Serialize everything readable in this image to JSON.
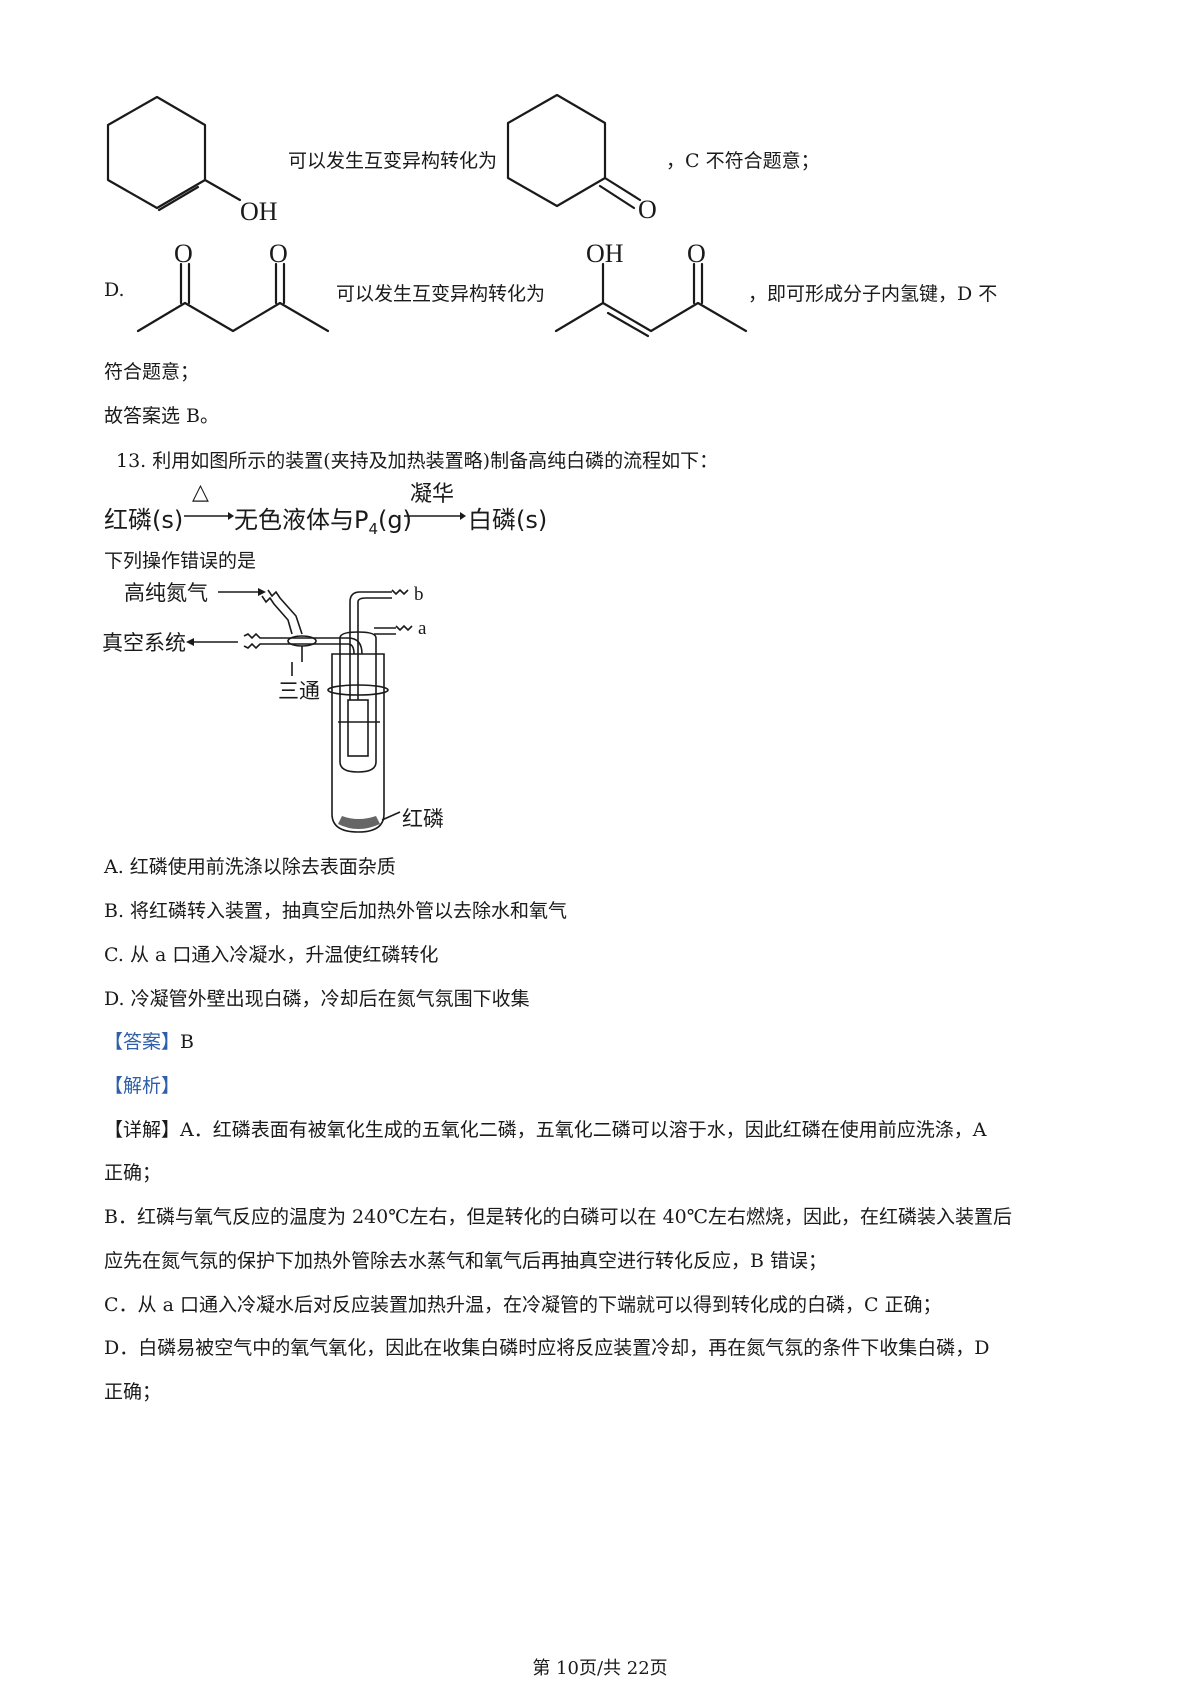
{
  "mark_c": {
    "oh_label": "OH",
    "o_label": "O",
    "text_mid": "可以发生互变异构转化为",
    "text_end": "，C 不符合题意；"
  },
  "mark_d": {
    "label": "D.",
    "o1": "O",
    "o2": "O",
    "text_mid": "可以发生互变异构转化为",
    "oh": "OH",
    "o3": "O",
    "text_end": "，即可形成分子内氢键，D 不",
    "text_cont": "符合题意；"
  },
  "answer_sel": "故答案选 B。",
  "q13": {
    "stem": "13. 利用如图所示的装置(夹持及加热装置略)制备高纯白磷的流程如下：",
    "flow": {
      "start": "红磷(s)",
      "arrow1_top": "△",
      "middle": "无色液体与P",
      "middle_sub": "4",
      "middle_tail": "(g)",
      "arrow2_top": "凝华",
      "end": "白磷(s)"
    },
    "prompt": "下列操作错误的是",
    "apparatus": {
      "argon": "高纯氮气",
      "vacuum": "真空系统",
      "valve": "三通",
      "port_b": "b",
      "port_a": "a",
      "red_p": "红磷"
    },
    "options": [
      "A. 红磷使用前洗涤以除去表面杂质",
      "B. 将红磷转入装置，抽真空后加热外管以去除水和氧气",
      "C. 从 a 口通入冷凝水，升温使红磷转化",
      "D. 冷凝管外壁出现白磷，冷却后在氮气氛围下收集"
    ],
    "answer_tag": "【答案】",
    "answer_val": "B",
    "analysis_tag": "【解析】",
    "detail": [
      "【详解】A．红磷表面有被氧化生成的五氧化二磷，五氧化二磷可以溶于水，因此红磷在使用前应洗涤，A",
      "正确；",
      "B．红磷与氧气反应的温度为 240℃左右，但是转化的白磷可以在 40℃左右燃烧，因此，在红磷装入装置后",
      "应先在氮气氛的保护下加热外管除去水蒸气和氧气后再抽真空进行转化反应，B 错误；",
      "C．从 a 口通入冷凝水后对反应装置加热升温，在冷凝管的下端就可以得到转化成的白磷，C 正确；",
      "D．白磷易被空气中的氧气氧化，因此在收集白磷时应将反应装置冷却，再在氮气氛的条件下收集白磷，D",
      "正确；"
    ]
  },
  "footer": "第 10页/共 22页"
}
